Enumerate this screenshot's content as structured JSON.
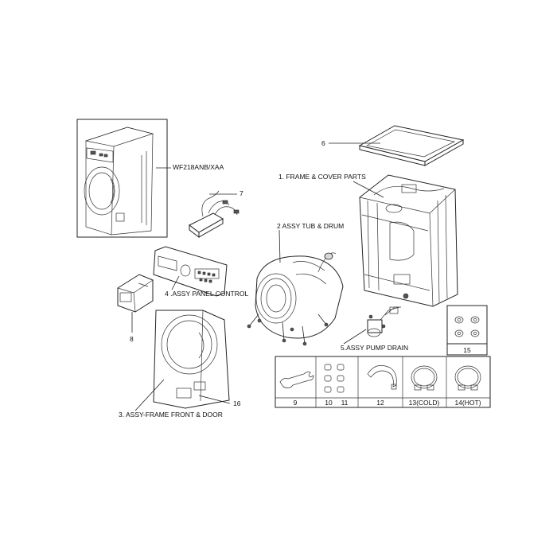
{
  "model": "WF218ANB/XAA",
  "labels": {
    "frame_cover": "1. FRAME & COVER PARTS",
    "tub_drum": "2 ASSY TUB & DRUM",
    "frame_front_door": "3. ASSY-FRAME FRONT & DOOR",
    "panel_control": "4 .ASSY PANEL CONTROL",
    "pump_drain": "5.ASSY PUMP DRAIN",
    "p6": "6",
    "p7": "7",
    "p8": "8",
    "p16": "16"
  },
  "accessories": {
    "items": [
      "9",
      "10",
      "11",
      "12",
      "13(COLD)",
      "14(HOT)"
    ],
    "feet_label": "15"
  }
}
